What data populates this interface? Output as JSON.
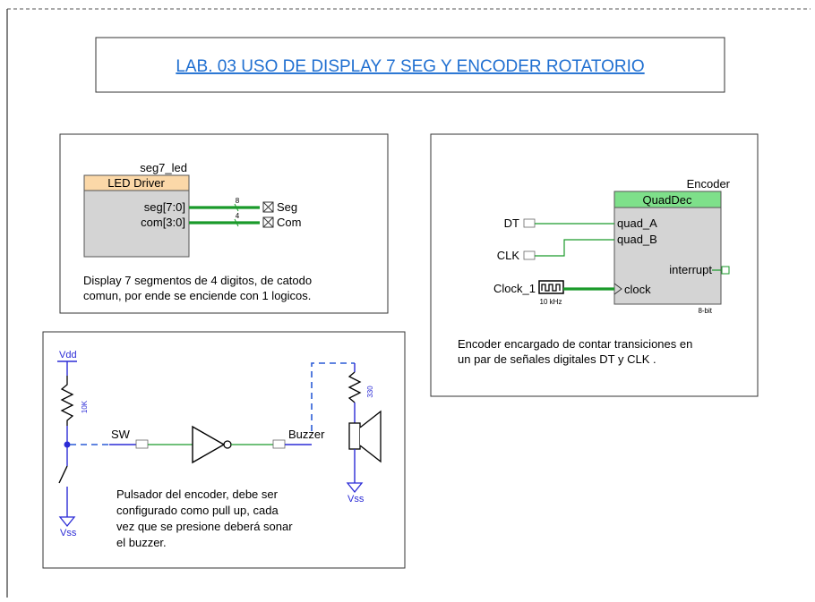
{
  "title": "LAB. 03 USO DE DISPLAY 7 SEG Y ENCODER ROTATORIO",
  "led_block": {
    "instance": "seg7_led",
    "component": "LED Driver",
    "pin_seg": "seg[7:0]",
    "pin_com": "com[3:0]",
    "bus_seg_width": "8",
    "bus_com_width": "4",
    "out_seg": "Seg",
    "out_com": "Com",
    "note_line1": "Display 7 segmentos de 4 digitos,  de catodo",
    "note_line2": "comun, por ende se enciende con 1 logicos."
  },
  "encoder_block": {
    "instance": "Encoder",
    "component": "QuadDec",
    "pin_a": "quad_A",
    "pin_b": "quad_B",
    "pin_int": "interrupt",
    "pin_clk": "clock",
    "resolution": "8-bit",
    "in_dt": "DT",
    "in_clk": "CLK",
    "clock_name": "Clock_1",
    "clock_freq": "10 kHz",
    "note_line1": "Encoder encargado de contar transiciones en",
    "note_line2": "un par de señales digitales DT y CLK ."
  },
  "button_block": {
    "vdd": "Vdd",
    "resistor": "10K",
    "net_sw": "SW",
    "net_buzzer": "Buzzer",
    "resistor2": "330",
    "vss_left": "Vss",
    "vss_right": "Vss",
    "note_line1": "Pulsador del encoder, debe ser",
    "note_line2": "configurado como pull up, cada",
    "note_line3": "vez que se presione deberá sonar",
    "note_line4": "el buzzer."
  },
  "colors": {
    "title": "#1f6fd1",
    "wire_green": "#1a9a2a",
    "wire_blue": "#2b2bd6",
    "led_header": "#fbd8a8",
    "quad_header": "#7ee08a",
    "block_body": "#d4d4d4"
  }
}
